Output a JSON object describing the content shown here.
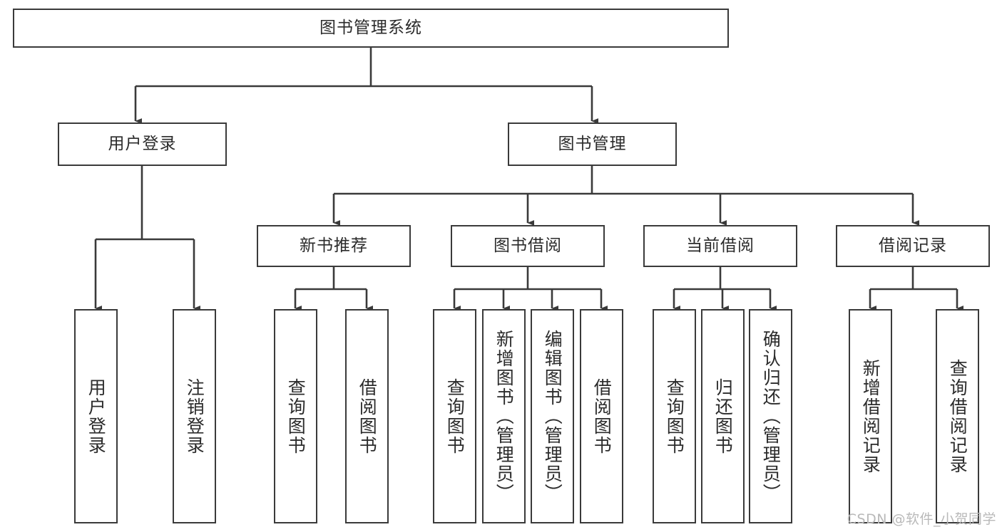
{
  "diagram": {
    "type": "tree-hierarchy-flowchart",
    "title_node": {
      "label": "图书管理系统"
    },
    "level2": [
      {
        "id": "user-login",
        "label": "用户登录"
      },
      {
        "id": "book-management",
        "label": "图书管理"
      }
    ],
    "level3": [
      {
        "id": "new-book-recommend",
        "label": "新书推荐"
      },
      {
        "id": "book-borrow",
        "label": "图书借阅"
      },
      {
        "id": "current-borrow",
        "label": "当前借阅"
      },
      {
        "id": "borrow-record",
        "label": "借阅记录"
      }
    ],
    "leaves": {
      "user_login": [
        {
          "id": "leaf-user-login",
          "label": "用户登录"
        },
        {
          "id": "leaf-logout-login",
          "label": "注销登录"
        }
      ],
      "new_book_recommend": [
        {
          "id": "leaf-query-book-1",
          "label": "查询图书"
        },
        {
          "id": "leaf-borrow-book-1",
          "label": "借阅图书"
        }
      ],
      "book_borrow": [
        {
          "id": "leaf-query-book-2",
          "label": "查询图书"
        },
        {
          "id": "leaf-add-book-admin",
          "label": "新增图书（管理员）"
        },
        {
          "id": "leaf-edit-book-admin",
          "label": "编辑图书（管理员）"
        },
        {
          "id": "leaf-borrow-book-2",
          "label": "借阅图书"
        }
      ],
      "current_borrow": [
        {
          "id": "leaf-query-book-3",
          "label": "查询图书"
        },
        {
          "id": "leaf-return-book",
          "label": "归还图书"
        },
        {
          "id": "leaf-confirm-return-admin",
          "label": "确认归还（管理员）"
        }
      ],
      "borrow_record": [
        {
          "id": "leaf-add-borrow-record",
          "label": "新增借阅记录"
        },
        {
          "id": "leaf-query-borrow-record",
          "label": "查询借阅记录"
        }
      ]
    },
    "colors": {
      "stroke": "#3a3a3a",
      "text": "#2b2b2b",
      "background": "#ffffff",
      "watermark": "#b9b9b9"
    }
  },
  "watermark": {
    "text": "CSDN @软件_小贺同学"
  }
}
